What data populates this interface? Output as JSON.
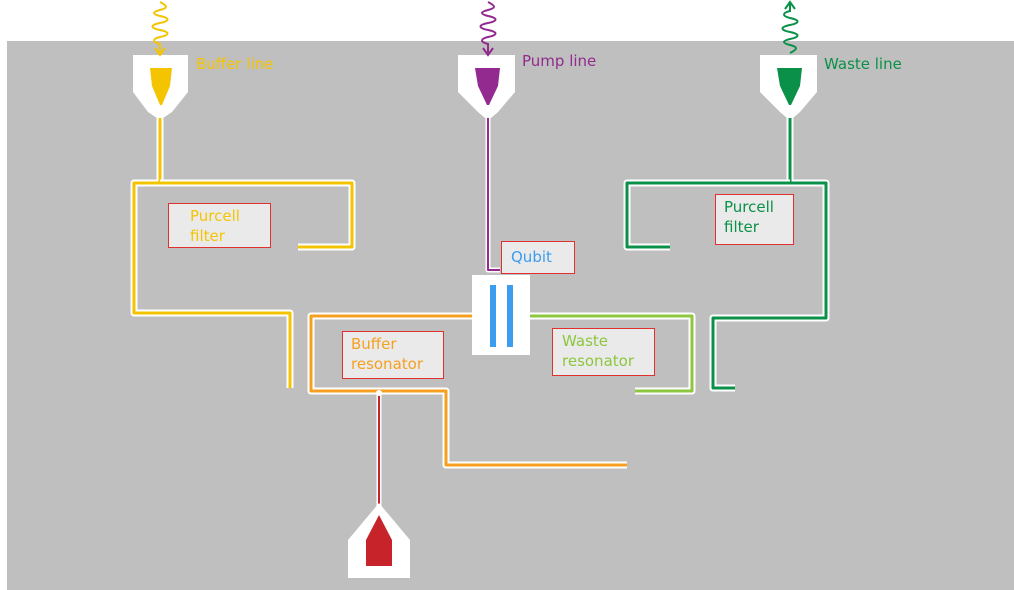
{
  "colors": {
    "background": "#bfbfbf",
    "buffer": "#f5c400",
    "pump": "#922a8f",
    "waste": "#0a9048",
    "buffer_resonator": "#f5a021",
    "waste_resonator": "#8dc63f",
    "qubit": "#3b9cf0",
    "readout": "#c6232b",
    "label_border": "#e03030",
    "label_fill": "#eaeaea"
  },
  "icons": {
    "buffer_line_port": "port-with-incoming-wave-icon",
    "pump_line_port": "port-with-incoming-wave-icon",
    "waste_line_port": "port-with-outgoing-wave-icon",
    "readout_port": "port-icon",
    "qubit": "capacitor-qubit-icon"
  },
  "labels": {
    "buffer_line": "Buffer line",
    "pump_line": "Pump line",
    "waste_line": "Waste line",
    "purcell_left": [
      "Purcell",
      "filter"
    ],
    "purcell_right": [
      "Purcell",
      "filter"
    ],
    "qubit": "Qubit",
    "buffer_resonator": [
      "Buffer",
      "resonator"
    ],
    "waste_resonator": [
      "Waste",
      "resonator"
    ]
  }
}
